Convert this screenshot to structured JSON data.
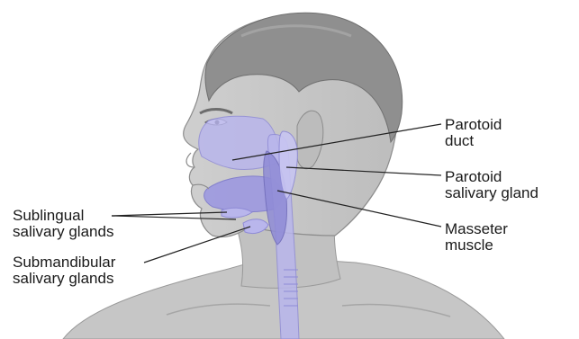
{
  "labels": {
    "parotoid_duct": [
      "Parotoid",
      "duct"
    ],
    "parotoid_gland": [
      "Parotoid",
      "salivary gland"
    ],
    "masseter": [
      "Masseter",
      "muscle"
    ],
    "sublingual": [
      "Sublingual",
      "salivary glands"
    ],
    "submandibular": [
      "Submandibular",
      "salivary glands"
    ]
  },
  "colors": {
    "skin": "#c8c8c8",
    "skin_shadow": "#a9a9a9",
    "hair": "#8f8f8f",
    "hair_dark": "#7b7b7b",
    "gland": "#b9b6ec",
    "gland_dark": "#8f8bd6",
    "leader_line": "#222222"
  }
}
